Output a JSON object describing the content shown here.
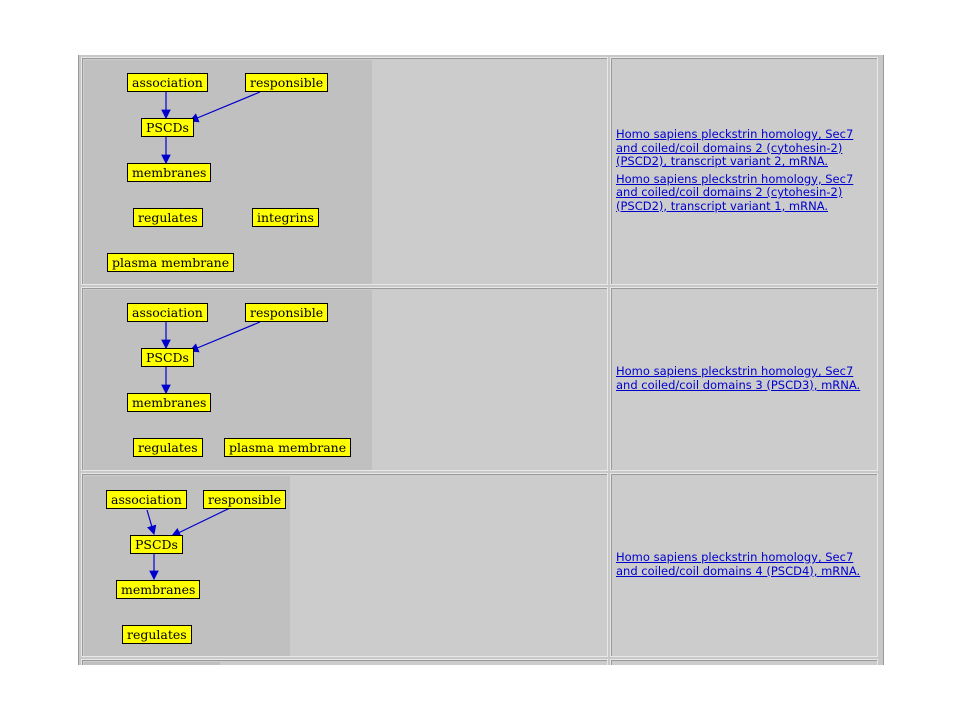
{
  "colors": {
    "node_fill": "#ffff00",
    "edge": "#0000cc",
    "link": "#0000cc"
  },
  "rows": [
    {
      "nodes": {
        "association": "association",
        "responsible": "responsible",
        "pscds": "PSCDs",
        "membranes": "membranes",
        "regulates": "regulates",
        "integrins": "integrins",
        "plasma_membrane": "plasma membrane"
      },
      "links": [
        "Homo sapiens pleckstrin homology, Sec7 and coiled/coil domains 2 (cytohesin-2) (PSCD2), transcript variant 2, mRNA.",
        "Homo sapiens pleckstrin homology, Sec7 and coiled/coil domains 2 (cytohesin-2) (PSCD2), transcript variant 1, mRNA."
      ]
    },
    {
      "nodes": {
        "association": "association",
        "responsible": "responsible",
        "pscds": "PSCDs",
        "membranes": "membranes",
        "regulates": "regulates",
        "plasma_membrane": "plasma membrane"
      },
      "links": [
        "Homo sapiens pleckstrin homology, Sec7 and coiled/coil domains 3 (PSCD3), mRNA."
      ]
    },
    {
      "nodes": {
        "association": "association",
        "responsible": "responsible",
        "pscds": "PSCDs",
        "membranes": "membranes",
        "regulates": "regulates"
      },
      "links": [
        "Homo sapiens pleckstrin homology, Sec7 and coiled/coil domains 4 (PSCD4), mRNA."
      ]
    }
  ]
}
